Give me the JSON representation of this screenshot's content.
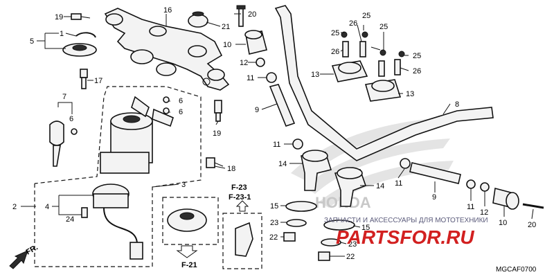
{
  "callouts": {
    "c1": "1",
    "c2": "2",
    "c3": "3",
    "c4": "4",
    "c5": "5",
    "c6a": "6",
    "c6b": "6",
    "c6c": "6",
    "c7": "7",
    "c8": "8",
    "c9a": "9",
    "c9b": "9",
    "c10a": "10",
    "c10b": "10",
    "c11a": "11",
    "c11b": "11",
    "c11c": "11",
    "c11d": "11",
    "c12a": "12",
    "c12b": "12",
    "c13a": "13",
    "c13b": "13",
    "c14a": "14",
    "c14b": "14",
    "c15a": "15",
    "c15b": "15",
    "c16": "16",
    "c17": "17",
    "c18": "18",
    "c19a": "19",
    "c19b": "19",
    "c20a": "20",
    "c20b": "20",
    "c21": "21",
    "c22a": "22",
    "c22b": "22",
    "c23a": "23",
    "c23b": "23",
    "c24": "24",
    "c25a": "25",
    "c25b": "25",
    "c25c": "25",
    "c25d": "25",
    "c26a": "26",
    "c26b": "26",
    "c26c": "26"
  },
  "refs": {
    "f23": "F-23",
    "f231": "F-23-1",
    "f21": "F-21",
    "fr": "FR."
  },
  "diagram_code": "MGCAF0700",
  "watermark": {
    "brand": "HONDA",
    "caption": "ЗАПЧАСТИ И АКСЕССУАРЫ ДЛЯ МОТОТЕХНИКИ",
    "site": "PARTSFOR.RU"
  }
}
